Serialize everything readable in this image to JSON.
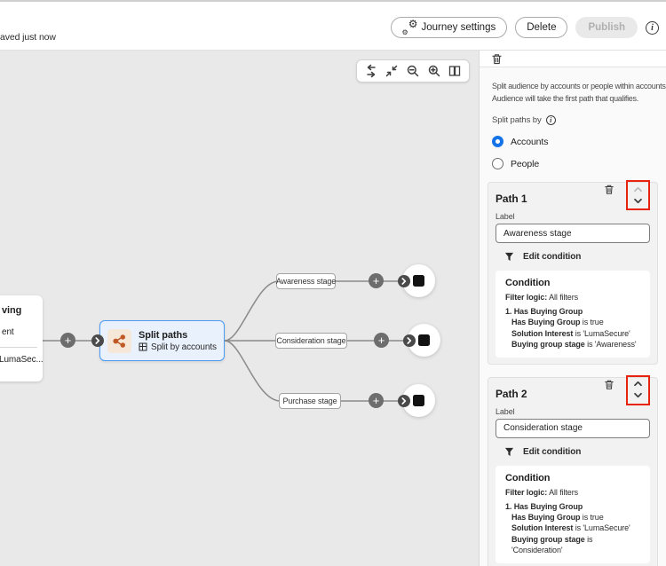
{
  "topbar": {
    "saved_text": "aved just now",
    "journey_settings_label": "Journey settings",
    "delete_label": "Delete",
    "publish_label": "Publish",
    "publish_disabled": true
  },
  "canvas_toolbar": {
    "icons": [
      "undo-redo",
      "fit-to-screen",
      "zoom-out",
      "zoom-in",
      "minimap"
    ]
  },
  "canvas": {
    "source_node": {
      "line1": "ving",
      "line2": "ent",
      "line3": "LumaSec..."
    },
    "split_node": {
      "title": "Split paths",
      "subtitle": "Split by accounts"
    },
    "branches": [
      "Awareness stage",
      "Consideration stage",
      "Purchase stage"
    ]
  },
  "panel": {
    "description_line1": "Split audience by accounts or people within accounts.",
    "description_line2": "Audience will take the first path that qualifies.",
    "split_paths_by": "Split paths by",
    "options": [
      {
        "label": "Accounts",
        "selected": true
      },
      {
        "label": "People",
        "selected": false
      }
    ],
    "paths": [
      {
        "title": "Path 1",
        "field_label": "Label",
        "field_value": "Awareness stage",
        "edit_condition": "Edit condition",
        "move_up_enabled": false,
        "move_down_enabled": true,
        "condition": {
          "heading": "Condition",
          "logic_label": "Filter logic:",
          "logic_value": " All filters",
          "group": "1. Has Buying Group",
          "rules": [
            {
              "field": "Has Buying Group",
              "rest": " is true"
            },
            {
              "field": "Solution Interest",
              "rest": " is 'LumaSecure'"
            },
            {
              "field": "Buying group stage",
              "rest": " is 'Awareness'"
            }
          ]
        }
      },
      {
        "title": "Path 2",
        "field_label": "Label",
        "field_value": "Consideration stage",
        "edit_condition": "Edit condition",
        "move_up_enabled": true,
        "move_down_enabled": true,
        "condition": {
          "heading": "Condition",
          "logic_label": "Filter logic:",
          "logic_value": " All filters",
          "group": "1. Has Buying Group",
          "rules": [
            {
              "field": "Has Buying Group",
              "rest": " is true"
            },
            {
              "field": "Solution Interest",
              "rest": " is 'LumaSecure'"
            },
            {
              "field": "Buying group stage",
              "rest": " is 'Consideration'"
            }
          ]
        }
      }
    ]
  },
  "colors": {
    "accent_blue": "#1473e6",
    "annotation_red": "#e8240f",
    "split_node_border": "#4c9bf5",
    "split_icon_orange": "#bf5a26",
    "canvas_background": "#e9e9e9"
  }
}
